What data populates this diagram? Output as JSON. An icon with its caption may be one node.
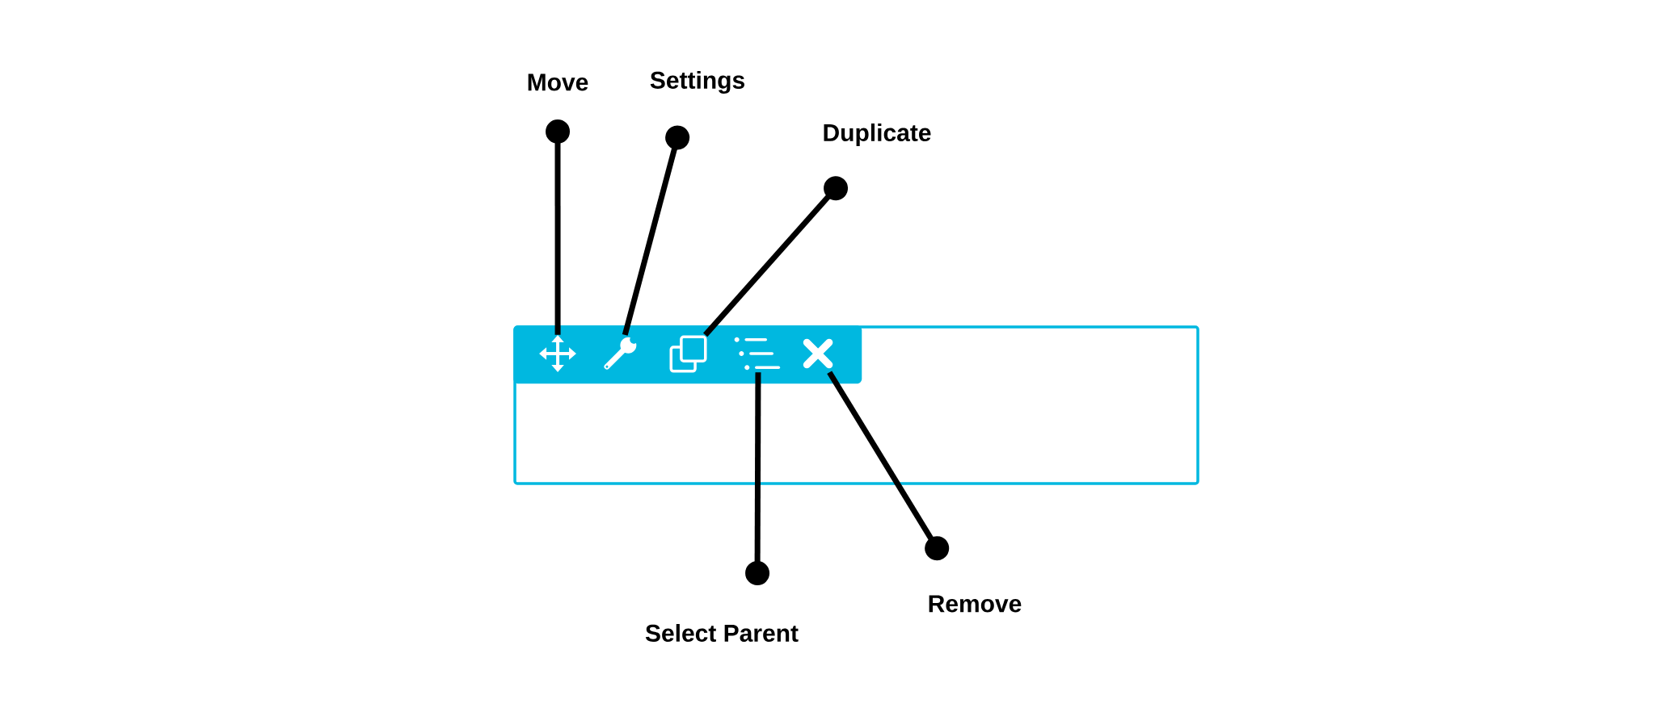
{
  "diagram": {
    "nodes": [
      {
        "text": [],
        "shape": "box"
      },
      {
        "text": [],
        "shape": "bar",
        "in": 0
      },
      {
        "text": [],
        "shape": "picture",
        "in": 1
      },
      {
        "text": [],
        "shape": "picture",
        "in": 1
      },
      {
        "text": [],
        "shape": "picture",
        "in": 1
      },
      {
        "text": [],
        "shape": "picture",
        "in": 1
      },
      {
        "text": [],
        "shape": "picture",
        "in": 1
      },
      {
        "text": [
          "Move"
        ]
      },
      {
        "text": [
          "Settings"
        ]
      },
      {
        "text": [
          "Duplicate"
        ]
      },
      {
        "text": [
          "Select Parent"
        ]
      },
      {
        "text": [
          "Remove"
        ]
      }
    ],
    "edges": [
      {
        "from": 7,
        "to": 2,
        "arrow": "other"
      },
      {
        "from": 8,
        "to": 3,
        "arrow": "other"
      },
      {
        "from": 9,
        "to": 4,
        "arrow": "other"
      },
      {
        "from": 10,
        "to": 5,
        "arrow": "other"
      },
      {
        "from": 11,
        "to": 6,
        "arrow": "other"
      }
    ]
  }
}
